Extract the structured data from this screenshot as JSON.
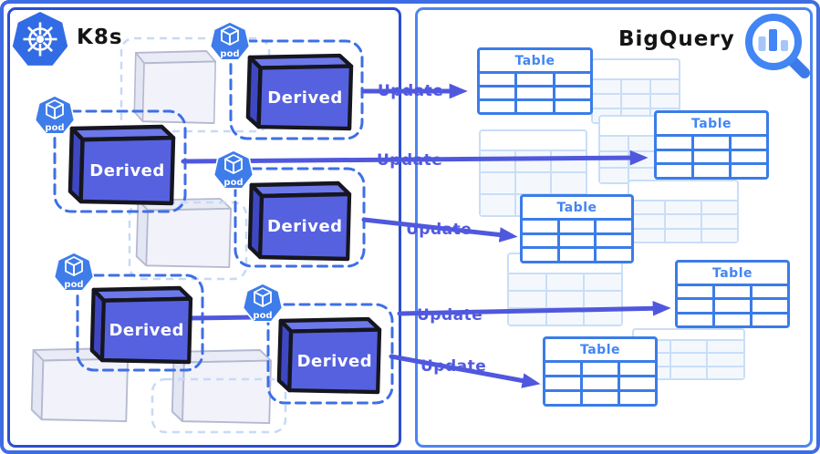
{
  "k8s": {
    "title": "K8s",
    "pods": [
      {
        "badge": "pod",
        "label": "Derived"
      },
      {
        "badge": "pod",
        "label": "Derived"
      },
      {
        "badge": "pod",
        "label": "Derived"
      },
      {
        "badge": "pod",
        "label": "Derived"
      },
      {
        "badge": "pod",
        "label": "Derived"
      }
    ]
  },
  "bigquery": {
    "title": "BigQuery",
    "tables": [
      {
        "title": "Table"
      },
      {
        "title": "Table"
      },
      {
        "title": "Table"
      },
      {
        "title": "Table"
      },
      {
        "title": "Table"
      }
    ]
  },
  "arrows": [
    {
      "label": "Update"
    },
    {
      "label": "Update"
    },
    {
      "label": "Update"
    },
    {
      "label": "Update"
    },
    {
      "label": "Update"
    }
  ],
  "colors": {
    "k8s_blue": "#326ce5",
    "pod_badge_blue": "#3e7ce9",
    "cube_front": "#5661e0",
    "arrow_indigo": "#4f58dd",
    "table_blue": "#3b7ce8",
    "bigquery_blue": "#4285f4",
    "left_panel_border": "#2c4ed2",
    "right_panel_border": "#4c86f0"
  }
}
